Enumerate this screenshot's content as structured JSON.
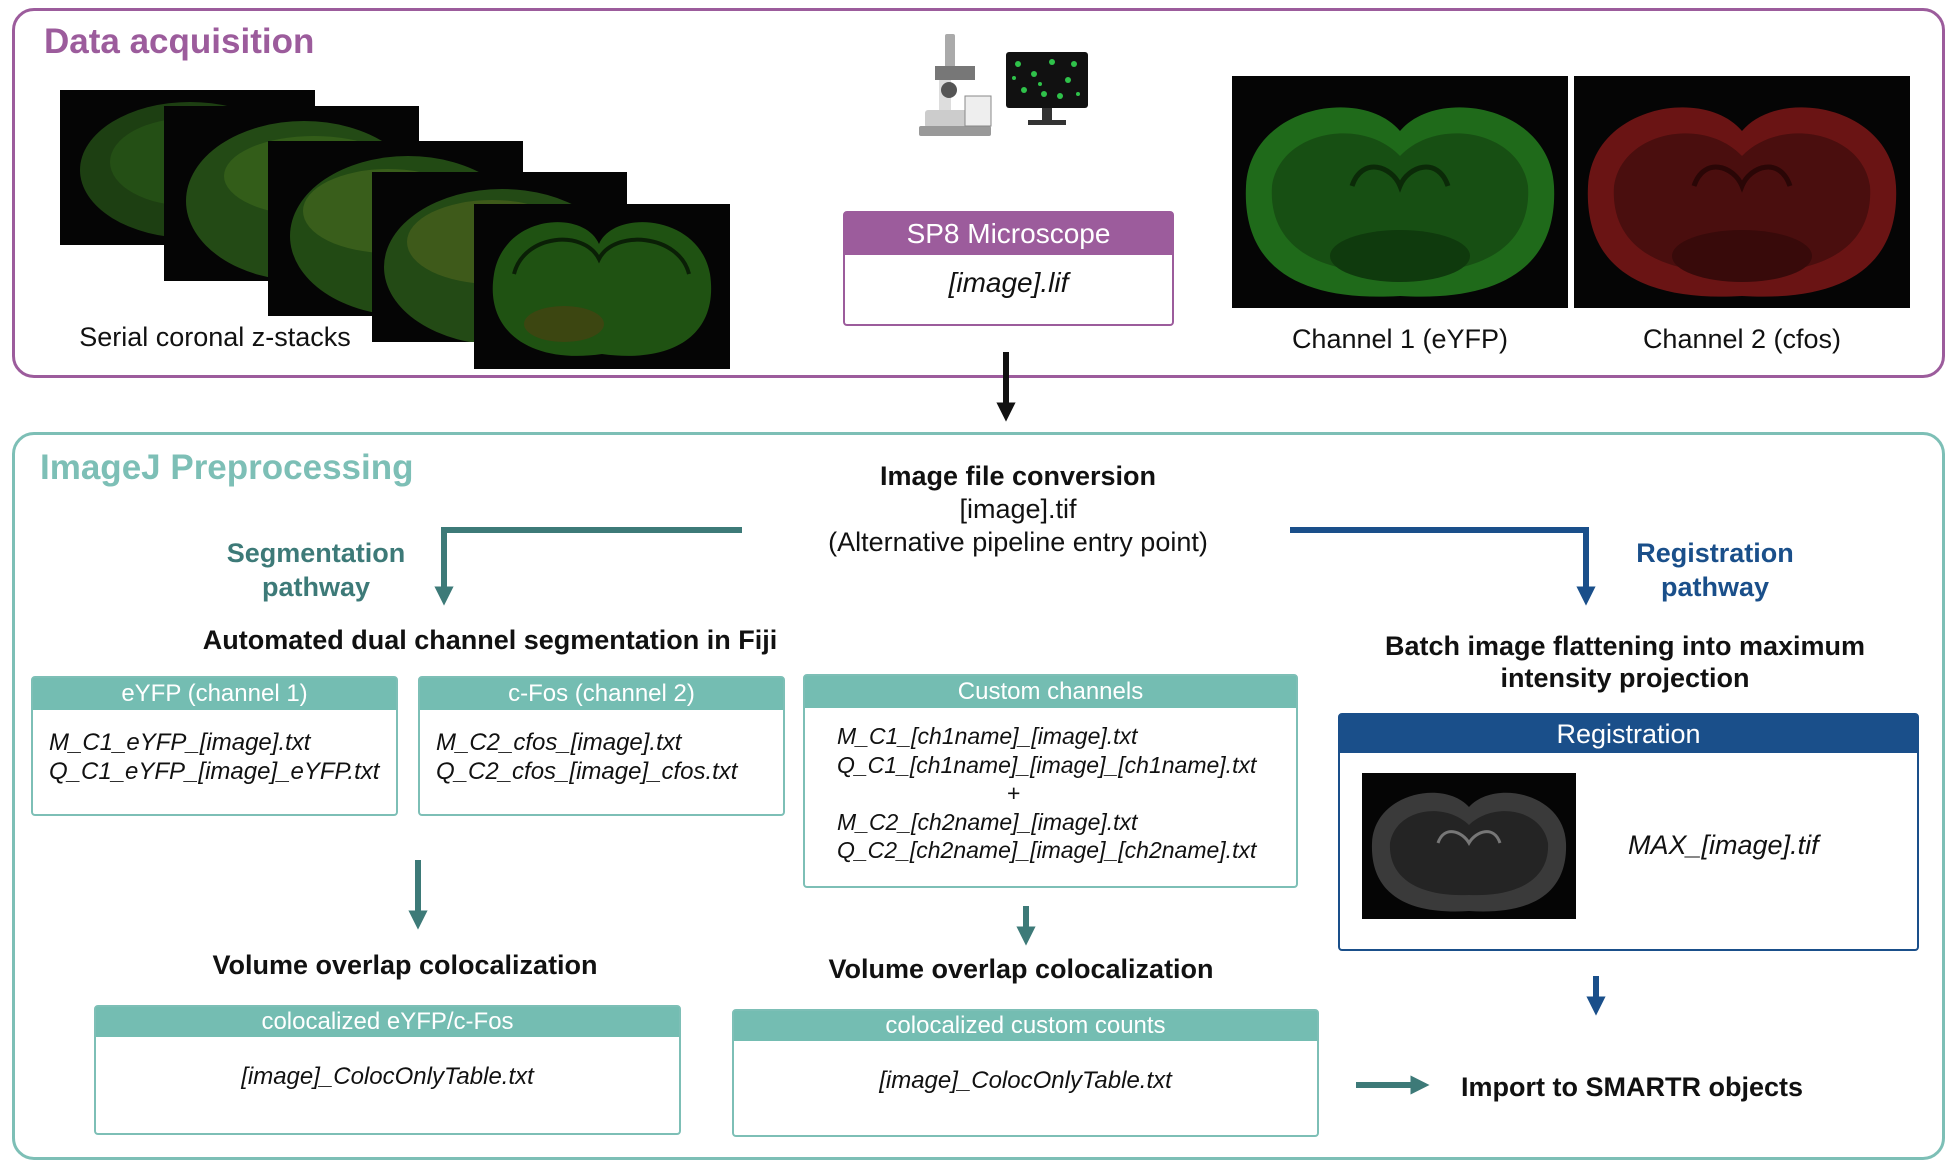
{
  "acquisition": {
    "title": "Data acquisition",
    "stack_caption": "Serial coronal z-stacks",
    "microscope_label": "SP8 Microscope",
    "lif_file": "[image].lif",
    "channel1_caption": "Channel 1 (eYFP)",
    "channel2_caption": "Channel 2 (cfos)"
  },
  "preprocessing": {
    "title": "ImageJ Preprocessing",
    "conversion": {
      "heading": "Image file conversion",
      "file": "[image].tif",
      "note": "(Alternative pipeline entry point)"
    },
    "segmentation_label_line1": "Segmentation",
    "segmentation_label_line2": "pathway",
    "registration_label_line1": "Registration",
    "registration_label_line2": "pathway",
    "segmentation_heading": "Automated dual channel segmentation in Fiji",
    "eyfp_box": {
      "header": "eYFP (channel 1)",
      "lines": [
        "M_C1_eYFP_[image].txt",
        "Q_C1_eYFP_[image]_eYFP.txt"
      ]
    },
    "cfos_box": {
      "header": "c-Fos (channel 2)",
      "lines": [
        "M_C2_cfos_[image].txt",
        "Q_C2_cfos_[image]_cfos.txt"
      ]
    },
    "custom_box": {
      "header": "Custom channels",
      "lines": [
        "M_C1_[ch1name]_[image].txt",
        "Q_C1_[ch1name]_[image]_[ch1name].txt",
        "+",
        "M_C2_[ch2name]_[image].txt",
        "Q_C2_[ch2name]_[image]_[ch2name].txt"
      ]
    },
    "coloc_heading_left": "Volume overlap colocalization",
    "coloc_heading_mid": "Volume overlap colocalization",
    "coloc_left_box": {
      "header": "colocalized eYFP/c-Fos",
      "file": "[image]_ColocOnlyTable.txt"
    },
    "coloc_mid_box": {
      "header": "colocalized  custom counts",
      "file": "[image]_ColocOnlyTable.txt"
    },
    "flatten_heading_line1": "Batch image flattening into maximum",
    "flatten_heading_line2": "intensity projection",
    "registration_box": {
      "header": "Registration",
      "file": "MAX_[image].tif"
    },
    "import_label": "Import to SMARTR objects"
  },
  "colors": {
    "acquisition": "#9c5c9c",
    "preprocessing": "#7dbfb6",
    "segmentation": "#3d7a78",
    "registration": "#1a4f8a"
  }
}
